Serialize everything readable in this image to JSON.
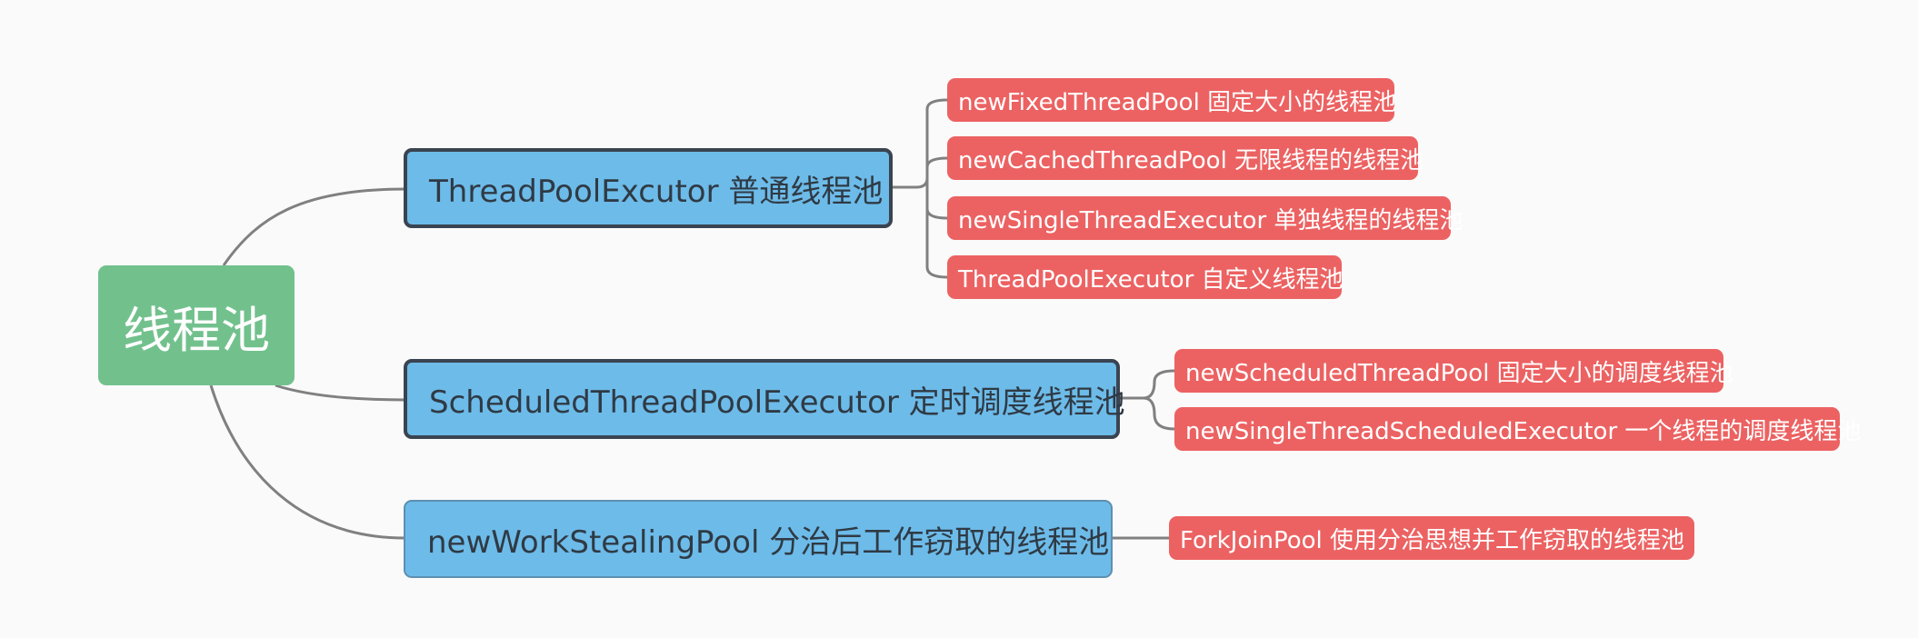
{
  "mindmap": {
    "root": {
      "label": "线程池"
    },
    "branches": [
      {
        "label": "ThreadPoolExcutor 普通线程池",
        "children": [
          "newFixedThreadPool 固定大小的线程池",
          "newCachedThreadPool 无限线程的线程池",
          "newSingleThreadExecutor 单独线程的线程池",
          "ThreadPoolExecutor 自定义线程池"
        ]
      },
      {
        "label": "ScheduledThreadPoolExecutor 定时调度线程池",
        "children": [
          "newScheduledThreadPool 固定大小的调度线程池",
          "newSingleThreadScheduledExecutor 一个线程的调度线程池"
        ]
      },
      {
        "label": "newWorkStealingPool 分治后工作窃取的线程池",
        "children": [
          "ForkJoinPool 使用分治思想并工作窃取的线程池"
        ]
      }
    ]
  },
  "colors": {
    "root": "#72c18d",
    "branch": "#6dbbe9",
    "leaf": "#ec6262",
    "connector": "#808080"
  }
}
